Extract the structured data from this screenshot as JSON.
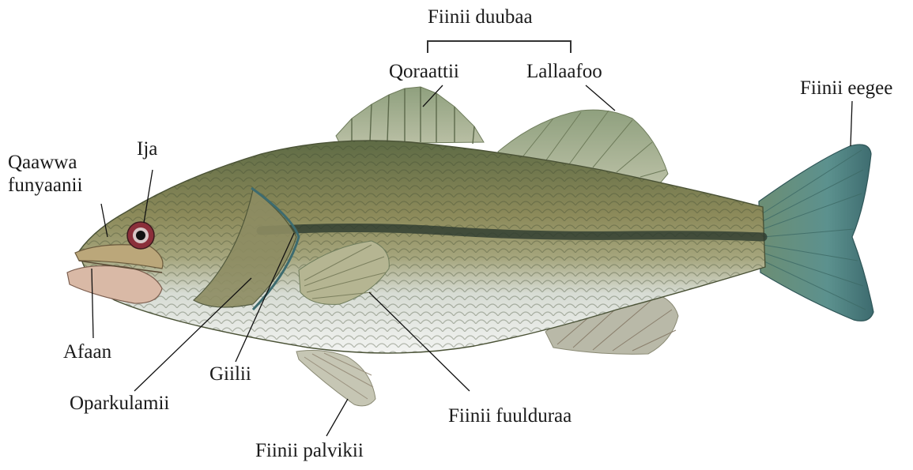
{
  "labels": {
    "dorsal_fin": "Fiinii duubaa",
    "spiny": "Qoraattii",
    "soft": "Lallaafoo",
    "tail": "Fiinii eegee",
    "nostril": "Qaawwa\nfunyaanii",
    "eye": "Ija",
    "mouth": "Afaan",
    "gill": "Giilii",
    "operculum": "Oparkulamii",
    "pectoral": "Fiinii fuulduraa",
    "pelvic": "Fiinii palvikii"
  },
  "colors": {
    "back": "#7a7a52",
    "belly": "#eef0ee",
    "stripe": "#2c3a2e",
    "fin": "#8a9a78",
    "tail": "#5d8a82",
    "eye_ring": "#8b2f3a",
    "leader": "#111111"
  }
}
